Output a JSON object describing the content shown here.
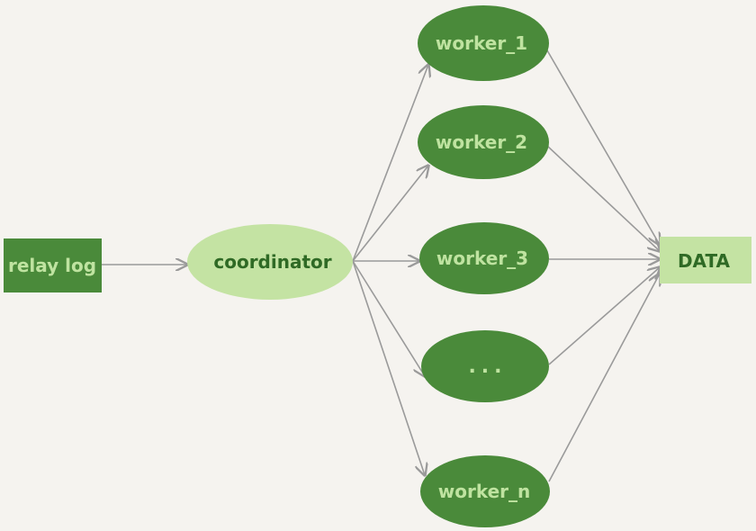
{
  "diagram": {
    "type": "flow",
    "colors": {
      "background": "#f5f3ef",
      "dark_green": "#4a8a3a",
      "light_green": "#c4e3a3",
      "dark_text": "#2f6a25",
      "light_text": "#bfe3a0",
      "edge": "#9a9a9a"
    },
    "nodes": {
      "relay_log": "relay log",
      "coordinator": "coordinator",
      "worker_1": "worker_1",
      "worker_2": "worker_2",
      "worker_3": "worker_3",
      "worker_dots": "...",
      "worker_n": "worker_n",
      "data": "DATA"
    },
    "edges": [
      {
        "from": "relay_log",
        "to": "coordinator"
      },
      {
        "from": "coordinator",
        "to": "worker_1"
      },
      {
        "from": "coordinator",
        "to": "worker_2"
      },
      {
        "from": "coordinator",
        "to": "worker_3"
      },
      {
        "from": "coordinator",
        "to": "worker_dots"
      },
      {
        "from": "coordinator",
        "to": "worker_n"
      },
      {
        "from": "worker_1",
        "to": "data"
      },
      {
        "from": "worker_2",
        "to": "data"
      },
      {
        "from": "worker_3",
        "to": "data"
      },
      {
        "from": "worker_dots",
        "to": "data"
      },
      {
        "from": "worker_n",
        "to": "data"
      }
    ]
  }
}
